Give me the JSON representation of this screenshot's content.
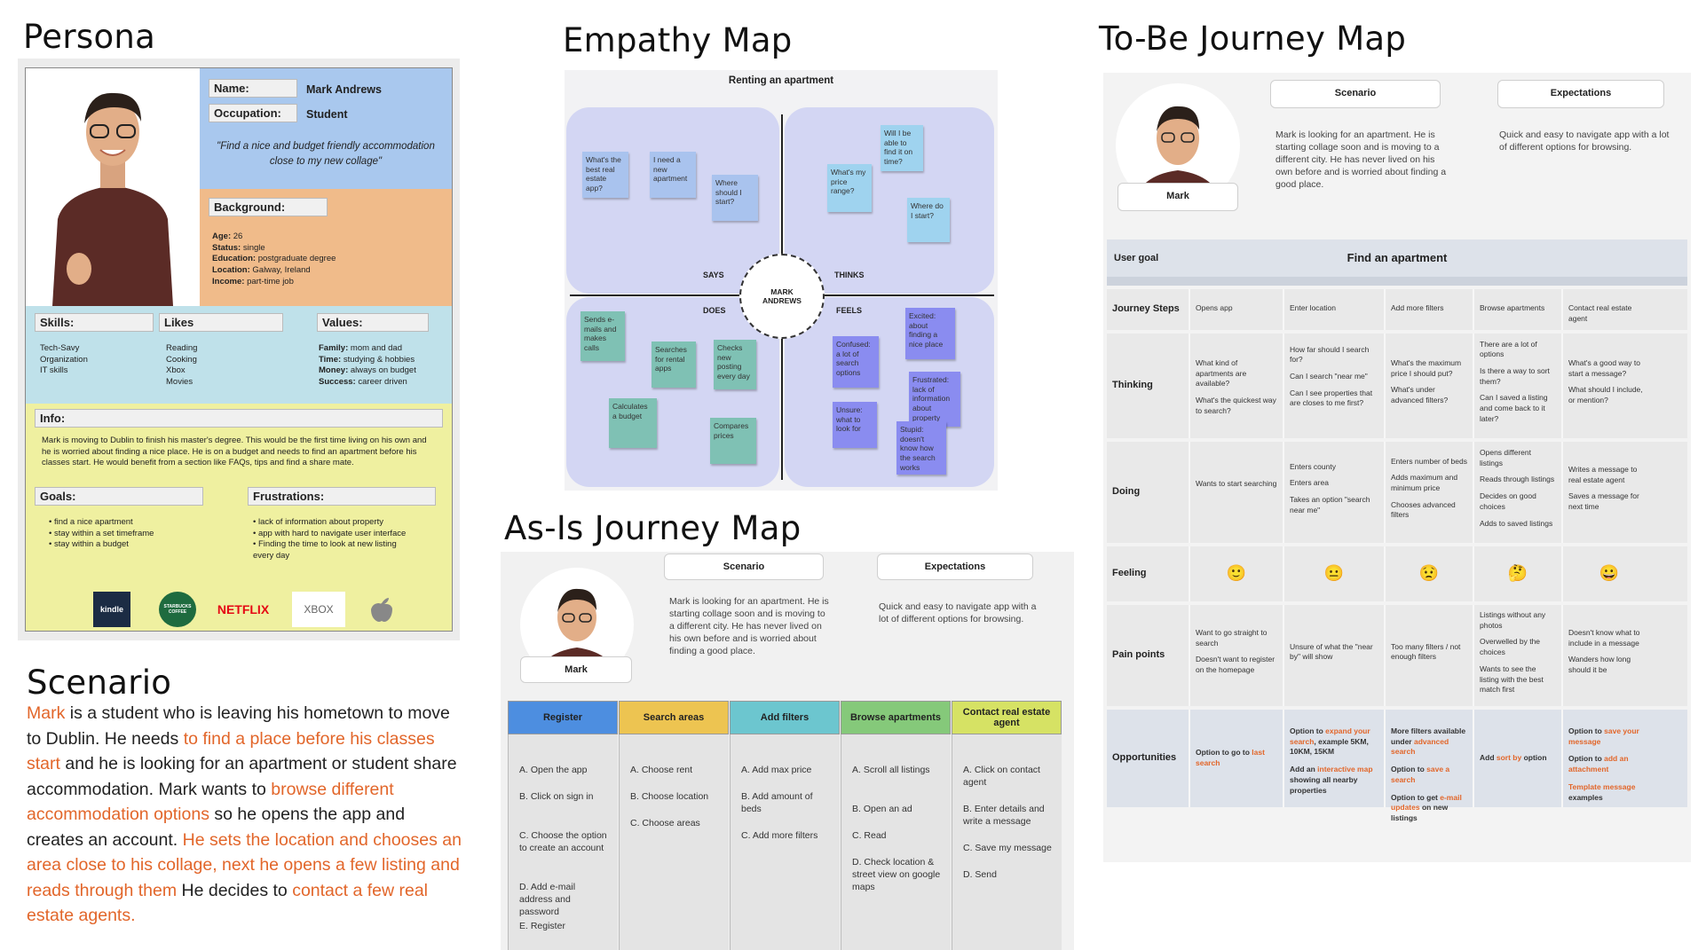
{
  "titles": {
    "persona": "Persona",
    "empathy": "Empathy Map",
    "tobe": "To-Be Journey Map",
    "asis": "As-Is Journey Map",
    "scenario": "Scenario"
  },
  "persona": {
    "name_label": "Name:",
    "name": "Mark Andrews",
    "occupation_label": "Occupation:",
    "occupation": "Student",
    "quote": "\"Find a nice and budget friendly accommodation close to my new collage\"",
    "background_label": "Background:",
    "background": [
      {
        "k": "Age:",
        "v": "26"
      },
      {
        "k": "Status:",
        "v": "single"
      },
      {
        "k": "Education:",
        "v": "postgraduate degree"
      },
      {
        "k": "Location:",
        "v": "Galway, Ireland"
      },
      {
        "k": "Income:",
        "v": "part-time job"
      }
    ],
    "skills_label": "Skills:",
    "skills": [
      "Tech-Savy",
      "Organization",
      "IT skills"
    ],
    "likes_label": "Likes",
    "likes": [
      "Reading",
      "Cooking",
      "Xbox",
      "Movies"
    ],
    "values_label": "Values:",
    "values": [
      {
        "k": "Family:",
        "v": "mom and dad"
      },
      {
        "k": "Time:",
        "v": "studying & hobbies"
      },
      {
        "k": "Money:",
        "v": "always on budget"
      },
      {
        "k": "Success:",
        "v": "career driven"
      }
    ],
    "info_label": "Info:",
    "info": "Mark is moving to Dublin to finish his master's degree. This would be the first time living on his own and he is worried about finding a nice place. He is on a budget and needs to find an apartment before his classes start. He would benefit from a section like FAQs, tips and find a share mate.",
    "goals_label": "Goals:",
    "goals": [
      "find a nice apartment",
      "stay within a set timeframe",
      "stay within a budget"
    ],
    "frustrations_label": "Frustrations:",
    "frustrations": [
      "lack of information about property",
      "app with hard to navigate user interface",
      "Finding the time to look at new listing every day"
    ],
    "logos": [
      "kindle",
      "STARBUCKS COFFEE",
      "NETFLIX",
      "XBOX",
      "apple"
    ]
  },
  "scenario_text": {
    "p1": "Mark",
    "p2": " is a student who is leaving his hometown to move to Dublin. He needs ",
    "p3": "to find a place before his classes start",
    "p4": " and he is looking for an apartment or student share accommodation. Mark wants to ",
    "p5": "browse different accommodation options",
    "p6": " so he opens the app and creates an account. ",
    "p7": "He sets the location and chooses an area close to his collage, next he opens a few listing and reads through them",
    "p8": " He decides to ",
    "p9": "contact a few real estate agents."
  },
  "empathy": {
    "title": "Renting an apartment",
    "center": "MARK ANDREWS",
    "says_label": "SAYS",
    "thinks_label": "THINKS",
    "does_label": "DOES",
    "feels_label": "FEELS",
    "says": [
      "What's the best real estate app?",
      "I need a new apartment",
      "Where should I start?"
    ],
    "thinks": [
      "Will I be able to find it on time?",
      "What's my price range?",
      "Where do I start?"
    ],
    "does": [
      "Sends e-mails and makes calls",
      "Searches for rental apps",
      "Checks new posting every day",
      "Calculates a budget",
      "Compares prices"
    ],
    "feels": [
      "Excited: about finding a nice place",
      "Confused: a lot of search options",
      "Frustrated: lack of information about property",
      "Unsure: what to look for",
      "Stupid: doesn't know how the search works"
    ],
    "colors": {
      "quad": "#d3d6f3",
      "says": "#a9c3ee",
      "thinks": "#9fd3ef",
      "does": "#7fc1b4",
      "feels": "#8a8cf0"
    }
  },
  "persona_card": {
    "name": "Mark"
  },
  "scenario_block": {
    "scenario_label": "Scenario",
    "expectations_label": "Expectations",
    "scenario": "Mark is looking for an apartment. He is starting collage soon and is moving to a different city. He has never lived on his own before and is worried about finding a good place.",
    "expectations": "Quick and easy to navigate app with a lot of different options for browsing."
  },
  "asis": {
    "columns": [
      {
        "label": "Register",
        "color": "#4d8ee0",
        "items": [
          "A. Open the app",
          "B. Click on sign in",
          "C. Choose the option to create an account",
          "D. Add e-mail address and password",
          "E. Register"
        ]
      },
      {
        "label": "Search areas",
        "color": "#edc451",
        "items": [
          "A. Choose rent",
          "B. Choose location",
          "C. Choose areas"
        ]
      },
      {
        "label": "Add filters",
        "color": "#6cc6cf",
        "items": [
          "A. Add max price",
          "B. Add amount of beds",
          "C. Add more filters"
        ]
      },
      {
        "label": "Browse apartments",
        "color": "#85c97a",
        "items": [
          "A. Scroll all listings",
          "B. Open an ad",
          "C. Read",
          "D. Check location & street view on google maps"
        ]
      },
      {
        "label": "Contact real estate agent",
        "color": "#d6e264",
        "items": [
          "A. Click on contact agent",
          "B. Enter details and write a message",
          "C. Save my message",
          "D. Send"
        ]
      }
    ]
  },
  "tobe": {
    "user_goal_label": "User goal",
    "user_goal": "Find an apartment",
    "rows": [
      "Journey Steps",
      "Thinking",
      "Doing",
      "Feeling",
      "Pain points",
      "Opportunities"
    ],
    "steps": [
      "Opens app",
      "Enter location",
      "Add more filters",
      "Browse apartments",
      "Contact real estate agent"
    ],
    "thinking": [
      [
        "What kind of apartments are available?",
        "What's the quickest way to search?"
      ],
      [
        "How far should I search for?",
        "Can I search \"near me\"",
        "Can I see properties that are closes to me first?"
      ],
      [
        "What's the maximum price I should put?",
        "What's under advanced filters?"
      ],
      [
        "There are a lot of options",
        "Is there a way to sort them?",
        "Can I saved a listing and come back to it later?"
      ],
      [
        "What's a good way to start a message?",
        "What should I include, or mention?"
      ]
    ],
    "doing": [
      [
        "Wants to start searching"
      ],
      [
        "Enters county",
        "Enters area",
        "Takes an option \"search near me\""
      ],
      [
        "Enters number of beds",
        "Adds maximum and minimum price",
        "Chooses advanced filters"
      ],
      [
        "Opens different listings",
        "Reads through listings",
        "Decides on good choices",
        "Adds to saved listings"
      ],
      [
        "Writes a message to real estate agent",
        "Saves a message for next time"
      ]
    ],
    "feeling": [
      "🙂",
      "😐",
      "😟",
      "🤔",
      "😀"
    ],
    "pain": [
      [
        "Want to go straight to search",
        "Doesn't want to register on the homepage"
      ],
      [
        "Unsure of what the \"near by\" will show"
      ],
      [
        "Too many filters / not enough filters"
      ],
      [
        "Listings without any photos",
        "Overwelled by the choices",
        "Wants to see the listing with the best match first"
      ],
      [
        "Doesn't know what to include in a message",
        "Wanders how long should it be"
      ]
    ],
    "opp": {
      "c1a": "Option to go to ",
      "c1b": "last search",
      "c2a": "Option to ",
      "c2b": "expand your search",
      "c2c": ", example 5KM, 10KM, 15KM",
      "c2d": "Add an ",
      "c2e": "interactive map",
      "c2f": " showing all nearby properties",
      "c3a": "More filters available under ",
      "c3b": "advanced search",
      "c3c": "Option to ",
      "c3d": "save a search",
      "c3e": "Option to get ",
      "c3f": "e-mail updates",
      "c3g": " on new listings",
      "c4a": "Add ",
      "c4b": "sort by",
      "c4c": " option",
      "c5a": "Option to ",
      "c5b": "save your message",
      "c5c": "Option to ",
      "c5d": "add an attachment",
      "c5e": "Template message",
      "c5f": " examples"
    }
  },
  "colors": {
    "accent_orange": "#e2662a",
    "persona_blue": "#a9c8ee",
    "persona_orange": "#f0bb8a",
    "persona_teal": "#bfe1ea",
    "persona_yellow": "#eff0a0"
  }
}
